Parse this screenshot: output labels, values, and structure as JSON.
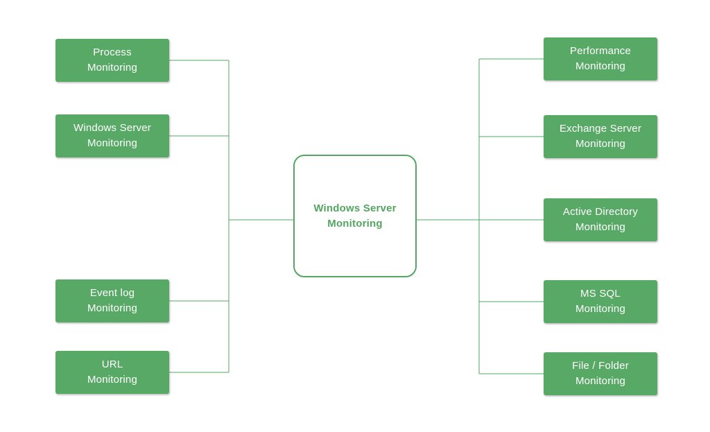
{
  "diagram": {
    "type": "mindmap",
    "center_node": {
      "id": "center",
      "line1": "Windows Server",
      "line2": "Monitoring"
    },
    "left_nodes": [
      {
        "id": "l0",
        "line1": "Process",
        "line2": "Monitoring"
      },
      {
        "id": "l1",
        "line1": "Windows Server",
        "line2": "Monitoring"
      },
      {
        "id": "l2",
        "line1": "Event log",
        "line2": "Monitoring"
      },
      {
        "id": "l3",
        "line1": "URL",
        "line2": "Monitoring"
      }
    ],
    "right_nodes": [
      {
        "id": "r0",
        "line1": "Performance",
        "line2": "Monitoring"
      },
      {
        "id": "r1",
        "line1": "Exchange Server",
        "line2": "Monitoring"
      },
      {
        "id": "r2",
        "line1": "Active Directory",
        "line2": "Monitoring"
      },
      {
        "id": "r3",
        "line1": "MS SQL",
        "line2": "Monitoring"
      },
      {
        "id": "r4",
        "line1": "File / Folder",
        "line2": "Monitoring"
      }
    ],
    "edges": [
      [
        "center",
        "l0"
      ],
      [
        "center",
        "l1"
      ],
      [
        "center",
        "l2"
      ],
      [
        "center",
        "l3"
      ],
      [
        "center",
        "r0"
      ],
      [
        "center",
        "r1"
      ],
      [
        "center",
        "r2"
      ],
      [
        "center",
        "r3"
      ],
      [
        "center",
        "r4"
      ]
    ],
    "colors": {
      "node_fill": "#58A966",
      "node_text": "#FFFFFF",
      "outline_green": "#53A65F",
      "background": "#FFFFFF"
    }
  }
}
